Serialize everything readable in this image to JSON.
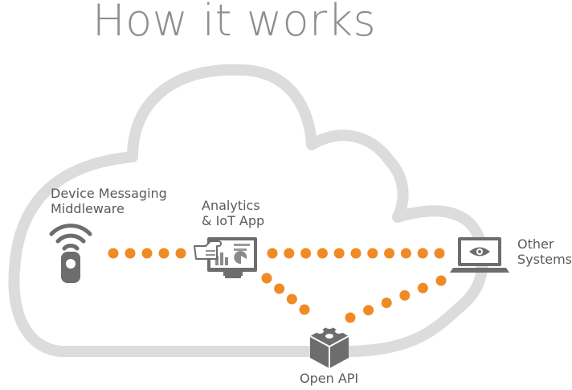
{
  "title": "How it works",
  "nodes": {
    "device": {
      "lines": [
        "Device Messaging",
        "Middleware"
      ],
      "icon": "wifi-sensor-icon"
    },
    "analytics": {
      "lines": [
        "Analytics",
        "& IoT App"
      ],
      "icon": "dashboard-monitor-icon"
    },
    "other": {
      "lines": [
        "Other",
        "Systems"
      ],
      "icon": "laptop-eye-icon"
    },
    "api": {
      "label": "Open API",
      "icon": "building-block-icon"
    }
  },
  "colors": {
    "dot": "#f08a24",
    "cloud": "#dcdcdc",
    "icon": "#6d6d6d",
    "title": "#8e8e8e",
    "text": "#5a5a5a"
  }
}
